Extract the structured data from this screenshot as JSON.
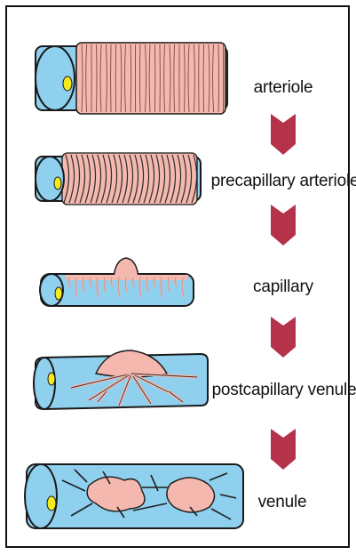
{
  "labels": {
    "arteriole": "arteriole",
    "precapillary_arteriole": "precapillary arteriole",
    "capillary": "capillary",
    "postcapillary_venule": "postcapillary venule",
    "venule": "venule"
  },
  "colors": {
    "vessel_fill": "#8fd0ee",
    "vessel_stroke": "#1a1a1a",
    "muscle_fill": "#f4b8ae",
    "nucleus_fill": "#f5ea1c",
    "arrow_fill": "#b5334a",
    "border": "#111111"
  },
  "icons": [
    "arrow-down-icon",
    "arrow-down-icon",
    "arrow-down-icon",
    "arrow-down-icon"
  ]
}
